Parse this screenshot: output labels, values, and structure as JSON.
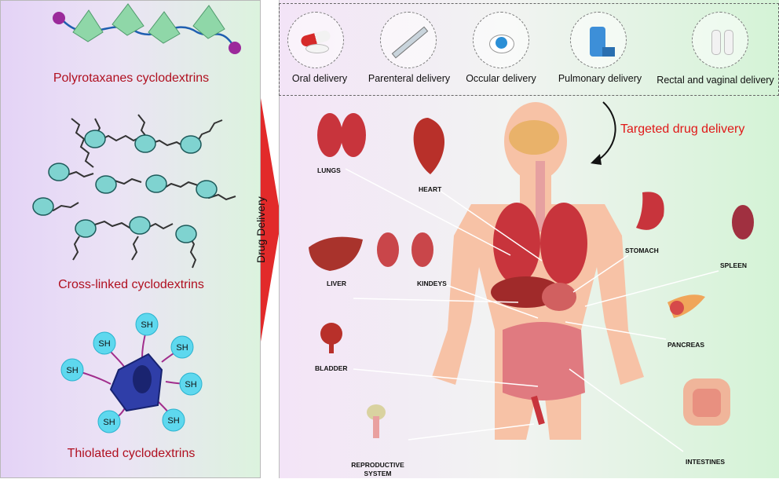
{
  "cyclodextrins": {
    "polyrotaxane_label": "Polyrotaxanes cyclodextrins",
    "crosslinked_label": "Cross-linked cyclodextrins",
    "thiolated_label": "Thiolated cyclodextrins",
    "thiol_group": "SH"
  },
  "center": {
    "drug_delivery_label": "Drug Delivery"
  },
  "routes": {
    "oral": "Oral delivery",
    "parenteral": "Parenteral delivery",
    "occular": "Occular delivery",
    "pulmonary": "Pulmonary delivery",
    "rectal_vaginal": "Rectal and vaginal delivery"
  },
  "targeted_label": "Targeted drug delivery",
  "organs": {
    "lungs": "LUNGS",
    "heart": "HEART",
    "liver": "LIVER",
    "kidneys": "KINDEYS",
    "bladder": "BLADDER",
    "reproductive_line1": "REPRODUCTIVE",
    "reproductive_line2": "SYSTEM",
    "stomach": "STOMACH",
    "spleen": "SPLEEN",
    "pancreas": "PANCREAS",
    "intestines": "INTESTINES"
  },
  "colors": {
    "label_red": "#b01020",
    "arrow_red": "#e22a2a",
    "cd_green": "#8fd7a8",
    "cd_teal": "#7fd3d0",
    "sh_cyan": "#5ed8ee",
    "body_skin": "#f7c2a6",
    "organ_red": "#c8343c"
  }
}
